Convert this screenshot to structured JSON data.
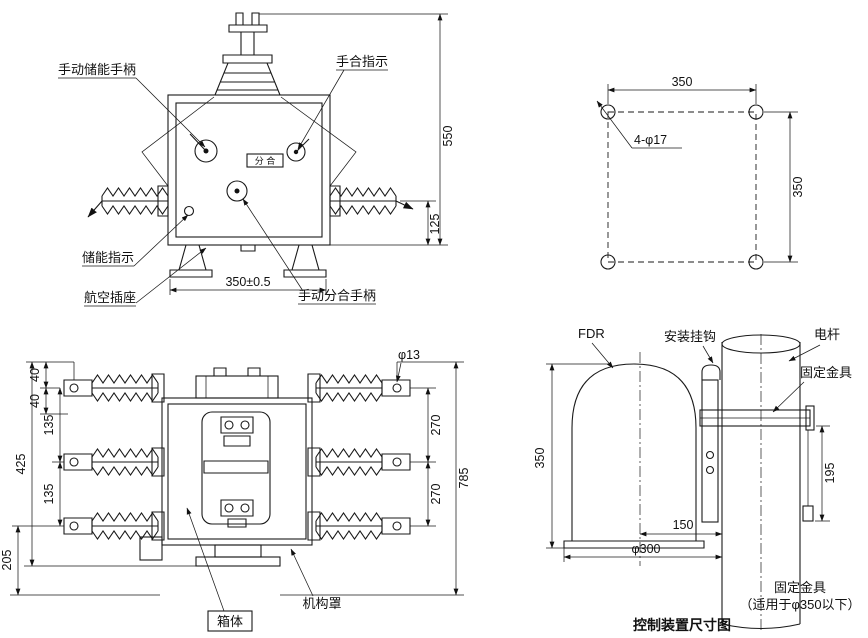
{
  "front_view": {
    "callouts": {
      "manual_charge_handle": "手动储能手柄",
      "close_indicator": "手合指示",
      "charge_indicator": "储能指示",
      "aviation_socket": "航空插座",
      "manual_open_close_handle": "手动分合手柄"
    },
    "panel_text": "分 合",
    "dims": {
      "overall_height": "550",
      "socket_offset": "125",
      "foot_span": "350±0.5"
    }
  },
  "mounting_pattern": {
    "hole_note": "4-φ17",
    "dims": {
      "width": "350",
      "height": "350"
    }
  },
  "side_view": {
    "hole_note": "φ13",
    "dims_left": [
      "40",
      "40",
      "135",
      "135",
      "425",
      "205"
    ],
    "dims_right": [
      "270",
      "270",
      "785"
    ],
    "callouts": {
      "tank": "箱体",
      "mechanism_cover": "机构罩"
    }
  },
  "installation_view": {
    "callouts": {
      "device": "FDR",
      "hanging_hook": "安装挂钩",
      "pole": "电杆",
      "fixing_clamp": "固定金具"
    },
    "dims": {
      "device_height": "350",
      "clamp_height": "195",
      "center_offset": "150",
      "pole_diameter": "φ300"
    },
    "note_line1": "固定金具",
    "note_line2": "（适用于φ350以下）",
    "caption": "控制装置尺寸图"
  }
}
